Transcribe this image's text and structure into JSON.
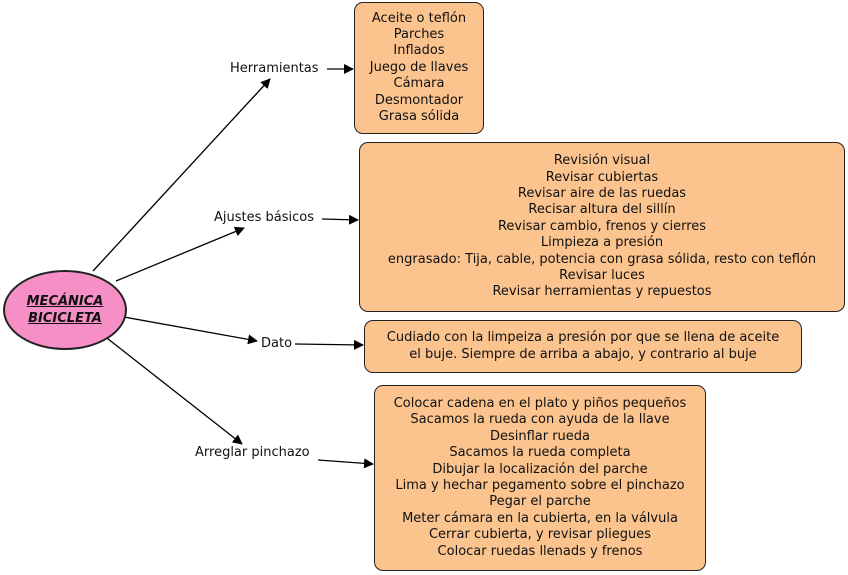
{
  "root": {
    "lines": [
      "MECÁNICA",
      "BICICLETA"
    ]
  },
  "colors": {
    "root_fill": "#f58fc6",
    "box_fill": "#fbc48f",
    "stroke": "#222222"
  },
  "branches": [
    {
      "label": "Herramientas",
      "items": [
        "Aceite o teflón",
        "Parches",
        "Inflados",
        "Juego de llaves",
        "Cámara",
        "Desmontador",
        "Grasa sólida"
      ]
    },
    {
      "label": "Ajustes básicos",
      "items": [
        "Revisión visual",
        "Revisar cubiertas",
        "Revisar aire de las ruedas",
        "Recisar altura del sillín",
        "Revisar cambio, frenos y cierres",
        "Limpieza a presión",
        "engrasado: Tija, cable, potencia con grasa sólida, resto con teflón",
        "Revisar luces",
        "Revisar herramientas y repuestos"
      ]
    },
    {
      "label": "Dato",
      "items": [
        "Cudiado con la limpeiza a presión por que se llena de aceite",
        "el buje. Siempre de arriba a abajo, y contrario al buje"
      ]
    },
    {
      "label": "Arreglar pinchazo",
      "items": [
        "Colocar cadena en el plato y piños pequeños",
        "Sacamos la rueda con ayuda de la llave",
        "Desinflar rueda",
        "Sacamos la rueda completa",
        "Dibujar la localización del parche",
        "Lima y hechar pegamento sobre el pinchazo",
        "Pegar el parche",
        "Meter cámara en la cubierta, en la válvula",
        "Cerrar cubierta, y revisar pliegues",
        "Colocar ruedas llenads y frenos"
      ]
    }
  ]
}
